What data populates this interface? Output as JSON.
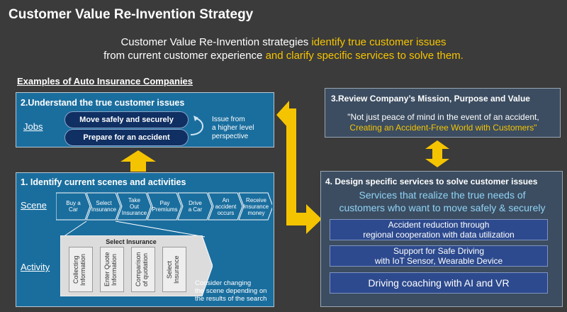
{
  "title": "Customer Value Re-Invention Strategy",
  "subtitle": {
    "line1_plain": "Customer Value Re-Invention strategies ",
    "line1_hl": "identify true customer issues",
    "line2_plain": "from current customer experience ",
    "line2_hl": "and clarify specific services to solve them."
  },
  "examples_label": "Examples of Auto Insurance Companies",
  "step2": {
    "title": "2.Understand the true customer issues",
    "jobs_label": "Jobs",
    "pill1": "Move safely and securely",
    "pill2": "Prepare for an accident",
    "note_line1": "Issue from",
    "note_line2": "a higher level",
    "note_line3": "perspective"
  },
  "step1": {
    "title": "1. Identify current scenes and activities",
    "scene_label": "Scene",
    "activity_label": "Activity",
    "scenes": [
      [
        "Buy a",
        "Car"
      ],
      [
        "Select",
        "Insurance"
      ],
      [
        "Take",
        "Out",
        "Insurance"
      ],
      [
        "Pay",
        "Premiums"
      ],
      [
        "Drive",
        "a Car"
      ],
      [
        "An",
        "accident",
        "occurs"
      ],
      [
        "Receive",
        "Insurance",
        "money"
      ]
    ],
    "activity_header": "Select Insurance",
    "activities": [
      [
        "Collecting",
        "Information"
      ],
      [
        "Enter Quote",
        "Information"
      ],
      [
        "Comparison",
        "of quotation"
      ],
      [
        "Select",
        "Insurance"
      ]
    ],
    "note_line1": "Consider changing",
    "note_line2": "the scene depending on",
    "note_line3": "the results of the search"
  },
  "step3": {
    "title": "3.Review Company’s Mission, Purpose and Value",
    "quote_line1": "\"Not just peace of mind in the event of an accident,",
    "quote_line2": "Creating an Accident-Free World with Customers\""
  },
  "step4": {
    "title": "4. Design specific services to solve customer issues",
    "lead_line1": "Services that realize the true needs of",
    "lead_line2": "customers who want to move safely & securely",
    "services": [
      [
        "Accident reduction through",
        "regional cooperation with data utilization"
      ],
      [
        "Support for Safe Driving",
        "with IoT Sensor, Wearable Device"
      ],
      [
        "Driving coaching with AI and VR"
      ]
    ]
  },
  "colors": {
    "highlight": "#f5c400",
    "panel_blue": "#1a6e9e",
    "panel_dark": "#3c4d61",
    "lead_text": "#8fd3f5",
    "arrow": "#f5c400"
  }
}
